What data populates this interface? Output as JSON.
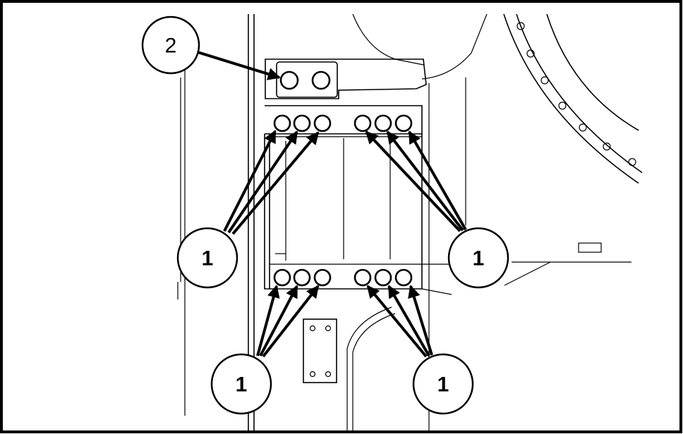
{
  "callouts": [
    {
      "label": "2",
      "bold": false
    },
    {
      "label": "1",
      "bold": true
    },
    {
      "label": "1",
      "bold": true
    },
    {
      "label": "1",
      "bold": true
    },
    {
      "label": "1",
      "bold": true
    }
  ],
  "colors": {
    "line": "#000000",
    "background": "#ffffff"
  }
}
